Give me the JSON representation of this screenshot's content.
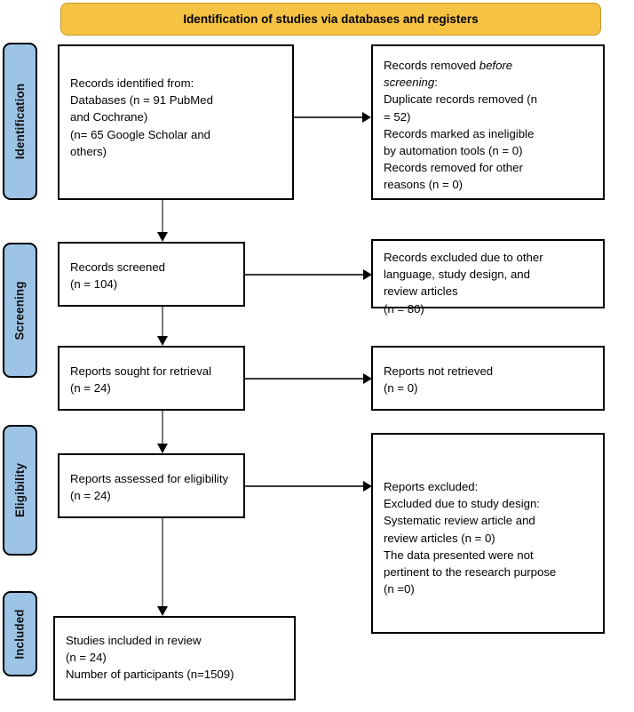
{
  "header": {
    "title": "Identification of studies via databases and registers",
    "background_color": "#F5C242",
    "border_color": "#C79A28"
  },
  "phases": {
    "accent_color": "#9DC3E6",
    "items": [
      {
        "id": "identification",
        "label": "Identification"
      },
      {
        "id": "screening",
        "label": "Screening"
      },
      {
        "id": "eligibility",
        "label": "Eligibility"
      },
      {
        "id": "included",
        "label": "Included"
      }
    ]
  },
  "boxes": {
    "records_identified": {
      "line1": "Records identified from:",
      "line2": "Databases (n = 91 PubMed",
      "line3": "and Cochrane)",
      "line4": "(n= 65 Google Scholar and",
      "line5": "others)"
    },
    "records_removed": {
      "line1a": "Records removed ",
      "line1b": "before",
      "line2a": "screening",
      "line2b": ":",
      "line3": "Duplicate records removed (n",
      "line4": "= 52)",
      "line5": "Records marked as ineligible",
      "line6": "by automation tools (n = 0)",
      "line7": "Records removed for other",
      "line8": "reasons (n = 0)"
    },
    "records_screened": {
      "line1": "Records screened",
      "line2": "(n = 104)"
    },
    "records_excluded": {
      "line1": "Records excluded due to other",
      "line2": "language, study design, and",
      "line3": "review articles",
      "line4": "(n = 80)"
    },
    "reports_sought": {
      "line1": "Reports sought for retrieval",
      "line2": "(n = 24)"
    },
    "reports_not_retrieved": {
      "line1": "Reports not retrieved",
      "line2": "(n = 0)"
    },
    "reports_assessed": {
      "line1": "Reports assessed for eligibility",
      "line2": "(n = 24)"
    },
    "reports_excluded": {
      "line1": "Reports excluded:",
      "line2": "Excluded due to study design:",
      "line3": "Systematic review article and",
      "line4": "review articles (n = 0)",
      "line5": "The data presented were not",
      "line6": "pertinent to the research purpose",
      "line7": "(n =0)"
    },
    "studies_included": {
      "line1": "Studies included in review",
      "line2": "(n = 24)",
      "line3": "Number of participants (n=1509)"
    }
  },
  "arrows": {
    "identified_to_removed": "arrow-right",
    "identified_to_screened": "arrow-down",
    "screened_to_excluded": "arrow-right",
    "screened_to_sought": "arrow-down",
    "sought_to_not_retrieved": "arrow-right",
    "sought_to_assessed": "arrow-down",
    "assessed_to_excluded": "arrow-right",
    "assessed_to_included": "arrow-down"
  }
}
